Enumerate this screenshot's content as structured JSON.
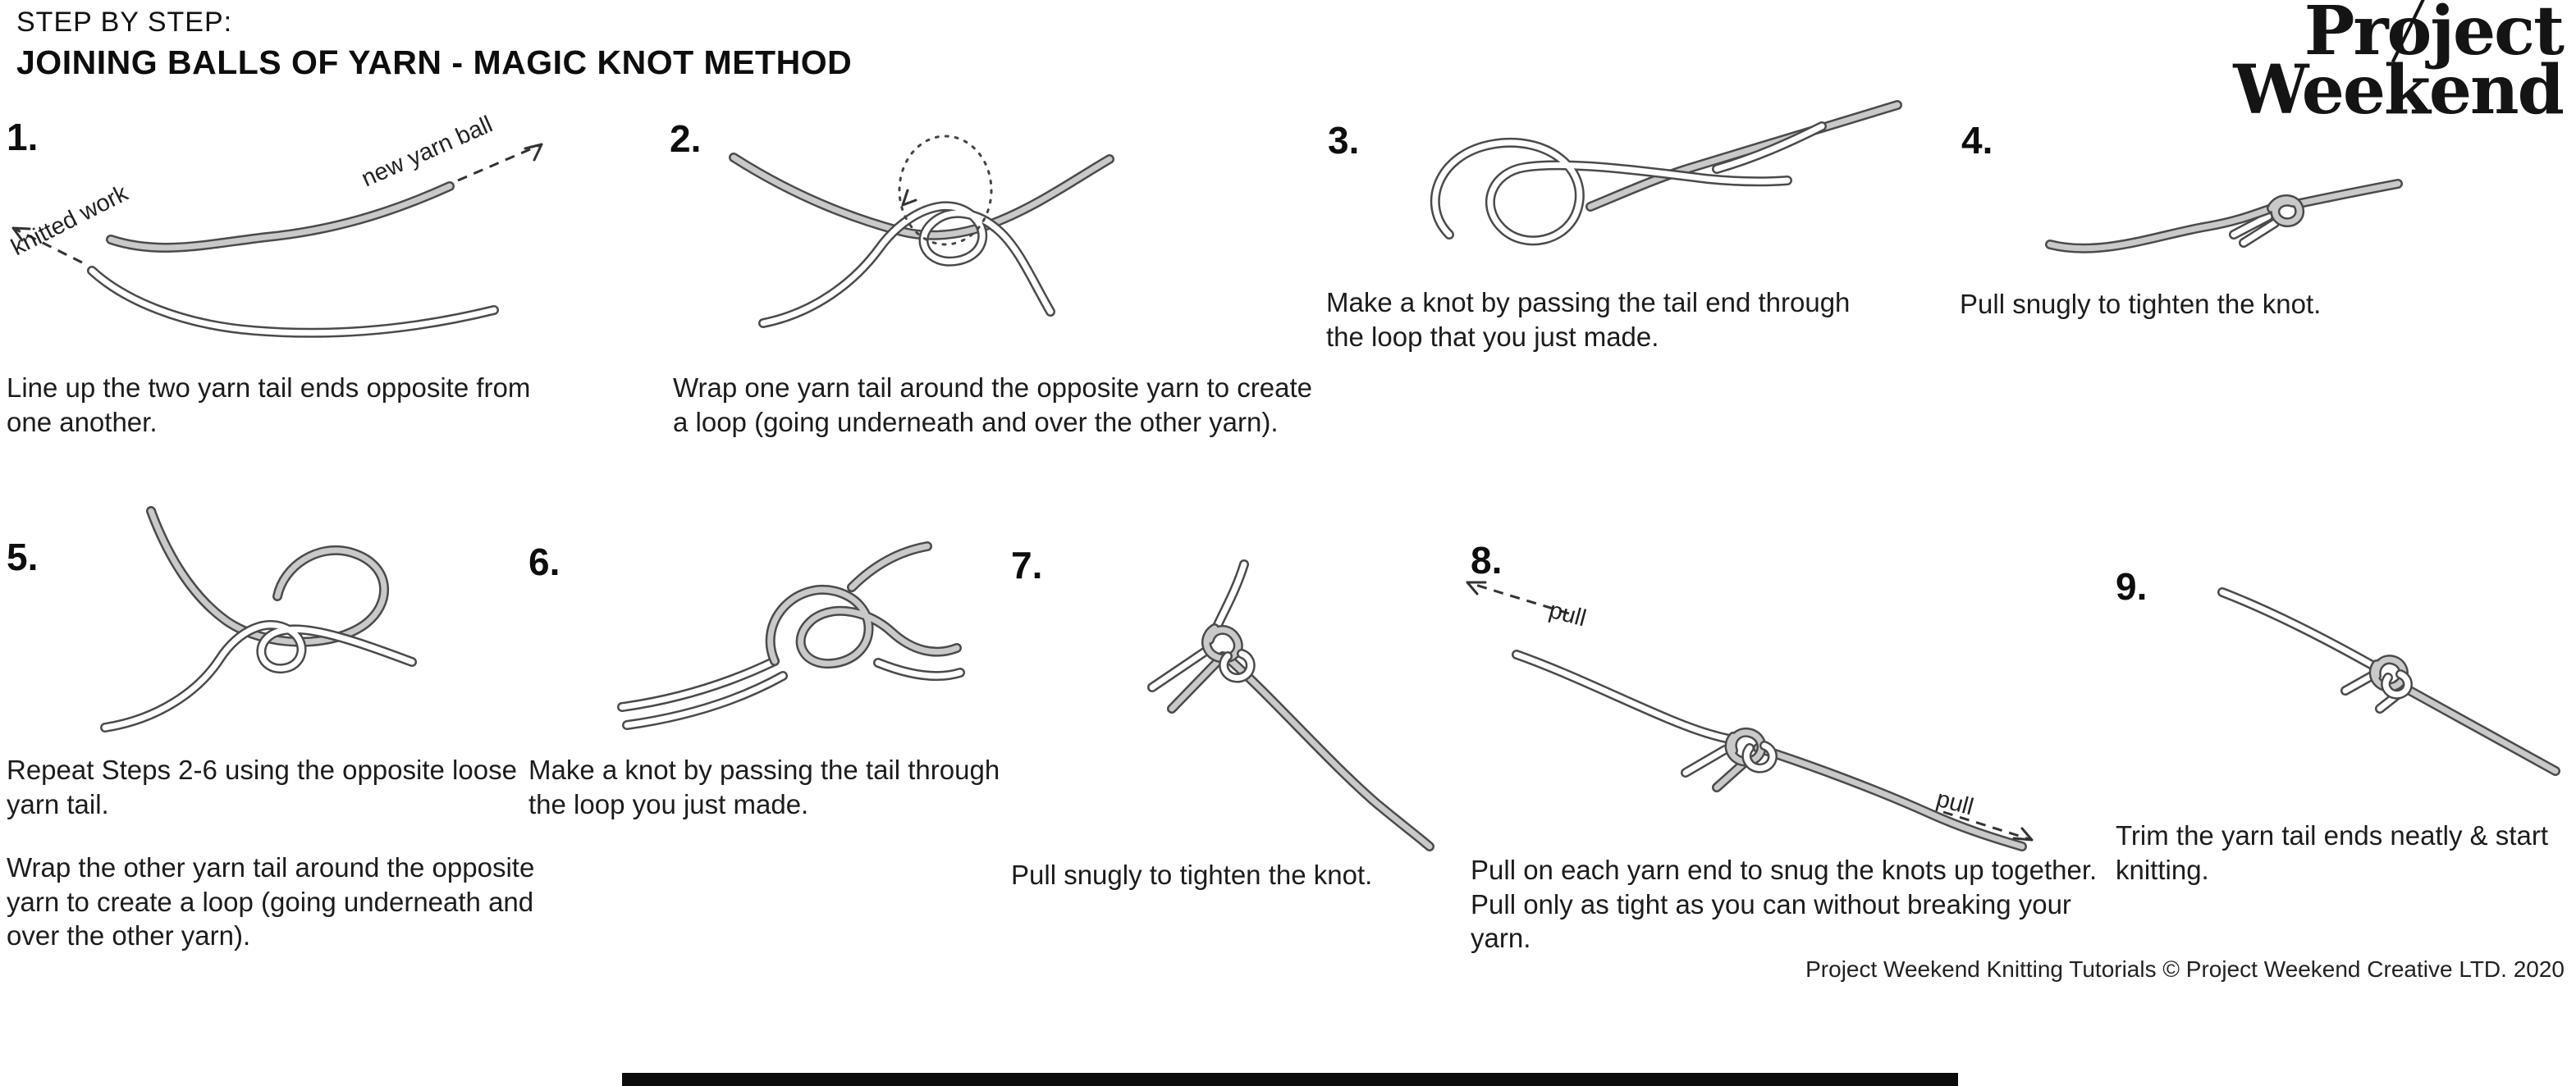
{
  "header": {
    "kicker": "STEP BY STEP:",
    "title": "JOINING BALLS OF YARN - MAGIC KNOT METHOD"
  },
  "logo": {
    "line1_pre": "Pr",
    "line1_o": "o",
    "line1_post": "ject",
    "line2": "Weekend"
  },
  "steps": [
    {
      "number": "1.",
      "caption": "Line up the two yarn tail ends opposite from one another.",
      "labels": {
        "left": "knitted work",
        "right": "new yarn ball"
      }
    },
    {
      "number": "2.",
      "caption": "Wrap one yarn tail around the opposite yarn to create a loop (going underneath and over the other yarn)."
    },
    {
      "number": "3.",
      "caption": "Make a knot by passing the tail end through the loop that you just made."
    },
    {
      "number": "4.",
      "caption": "Pull snugly to tighten the knot."
    },
    {
      "number": "5.",
      "caption": "Repeat Steps 2-6 using the opposite loose yarn tail.",
      "caption2": "Wrap the other yarn tail around the opposite yarn to create a loop (going underneath and over the other yarn)."
    },
    {
      "number": "6.",
      "caption": "Make a knot by passing the tail through the loop you just made."
    },
    {
      "number": "7.",
      "caption": "Pull snugly to tighten the knot."
    },
    {
      "number": "8.",
      "caption": "Pull on each yarn end to snug the knots up together. Pull only as tight as you can without breaking your yarn.",
      "labels": {
        "top": "pull",
        "bottom": "pull"
      }
    },
    {
      "number": "9.",
      "caption": "Trim the yarn tail ends neatly & start knitting."
    }
  ],
  "footer": "Project Weekend Knitting Tutorials © Project Weekend Creative LTD. 2020",
  "colors": {
    "yarn_outline": "#4a4a4a",
    "yarn_gray": "#c9c9c9",
    "yarn_white": "#ffffff",
    "text": "#1b1b1b"
  }
}
